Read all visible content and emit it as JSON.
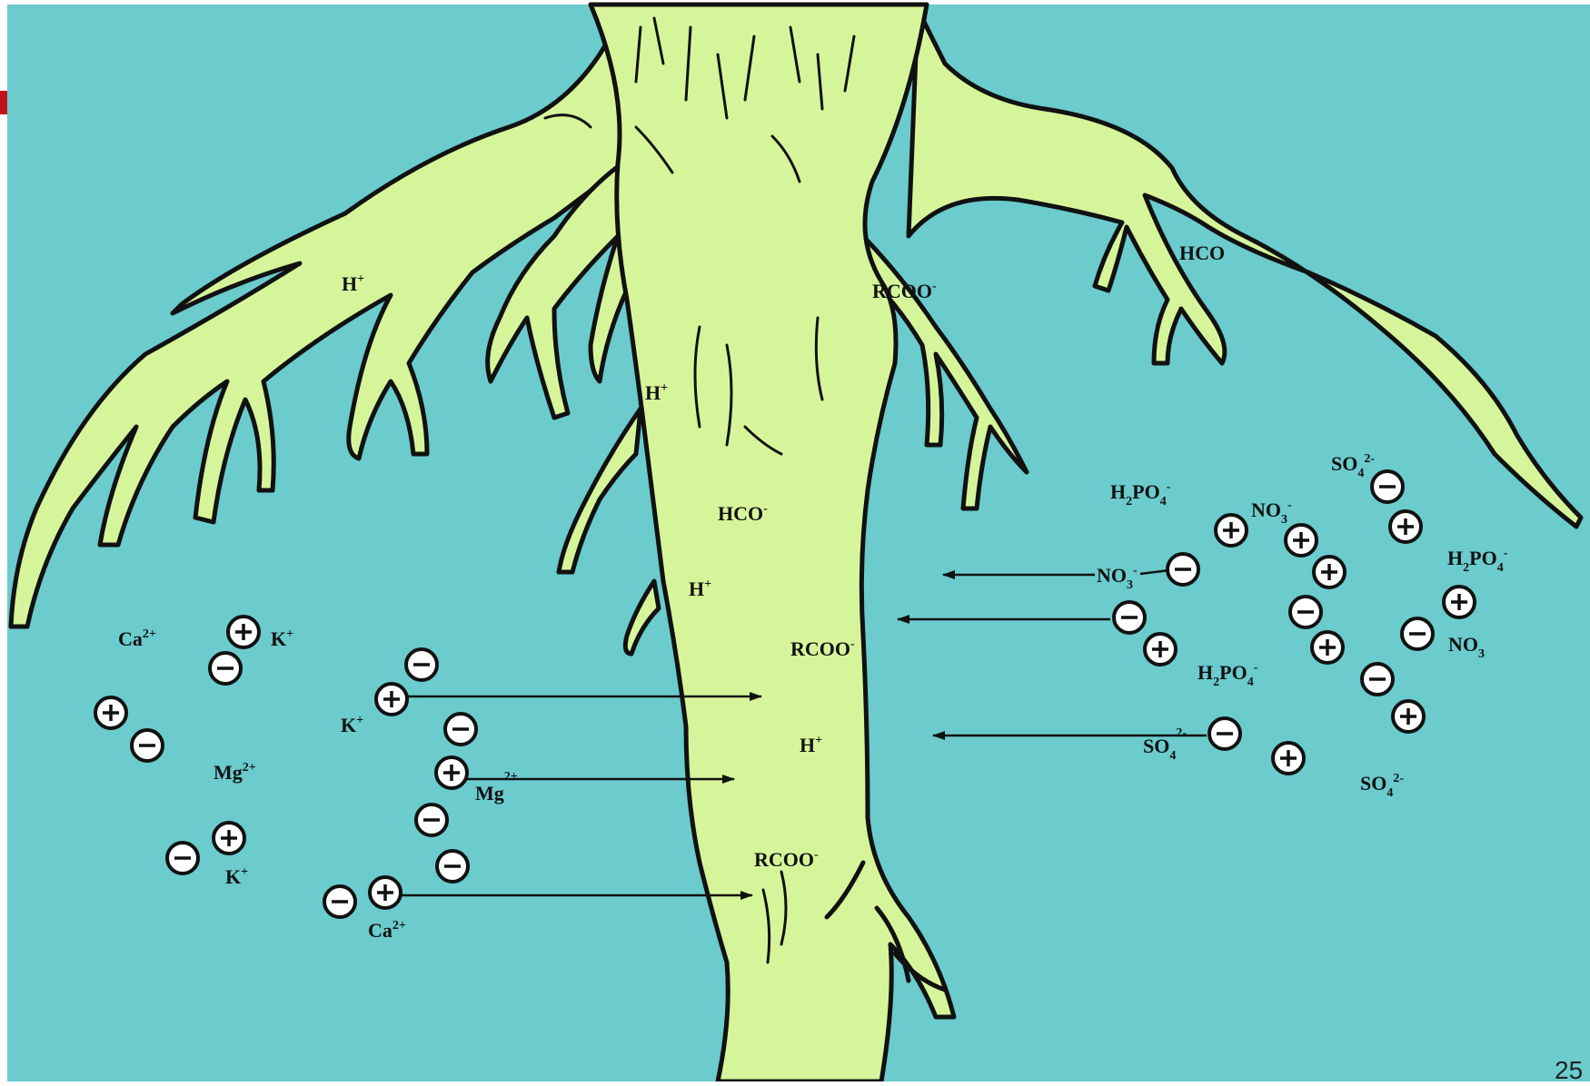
{
  "colors": {
    "background": "#6bcbcd",
    "root_fill": "#d6f59a",
    "root_outline": "#111111",
    "ion_circle": "#ffffff",
    "accent_bar": "#c0121b"
  },
  "icons": {
    "cation": "plus-in-circle",
    "anion": "minus-in-circle"
  },
  "root_labels": {
    "h_upper_left": "H",
    "h_upper_left_sup": "+",
    "rcoo_upper": "RCOO",
    "rcoo_upper_sup": "-",
    "hco_right_branch": "HCO",
    "h_stem_upper": "H",
    "h_stem_upper_sup": "+",
    "hco_stem": "HCO",
    "hco_stem_sup": "-",
    "h_stem_mid": "H",
    "h_stem_mid_sup": "+",
    "rcoo_stem_mid": "RCOO",
    "rcoo_stem_mid_sup": "-",
    "h_stem_low": "H",
    "h_stem_low_sup": "+",
    "rcoo_stem_low": "RCOO",
    "rcoo_stem_low_sup": "-"
  },
  "cation_side": {
    "ca_1": "Ca",
    "ca_1_sup": "2+",
    "k_1": "K",
    "k_1_sup": "+",
    "mg_1": "Mg",
    "mg_1_sup": "2+",
    "k_2": "K",
    "k_2_sup": "+",
    "k_3": "K",
    "k_3_sup": "+",
    "mg_2": "Mg",
    "mg_2_sup": "2+",
    "ca_2": "Ca",
    "ca_2_sup": "2+"
  },
  "anion_side": {
    "so4_1": "SO",
    "so4_1_sub": "4",
    "so4_1_sup": "2-",
    "h2po4_1": "H",
    "h2po4_1_sub1": "2",
    "h2po4_1_mid": "PO",
    "h2po4_1_sub2": "4",
    "h2po4_1_sup": "-",
    "no3_1": "NO",
    "no3_1_sub": "3",
    "no3_1_sup": "-",
    "h2po4_2": "H",
    "h2po4_2_sub1": "2",
    "h2po4_2_mid": "PO",
    "h2po4_2_sub2": "4",
    "h2po4_2_sup": "-",
    "no3_2": "NO",
    "no3_2_sub": "3",
    "no3_2_sup": "-",
    "no3_3": "NO",
    "no3_3_sub": "3",
    "h2po4_3": "H",
    "h2po4_3_sub1": "2",
    "h2po4_3_mid": "PO",
    "h2po4_3_sub2": "4",
    "h2po4_3_sup": "-",
    "so4_2": "SO",
    "so4_2_sub": "4",
    "so4_2_sup": "2-",
    "so4_3": "SO",
    "so4_3_sub": "4",
    "so4_3_sup": "2-"
  },
  "page_number": "25"
}
